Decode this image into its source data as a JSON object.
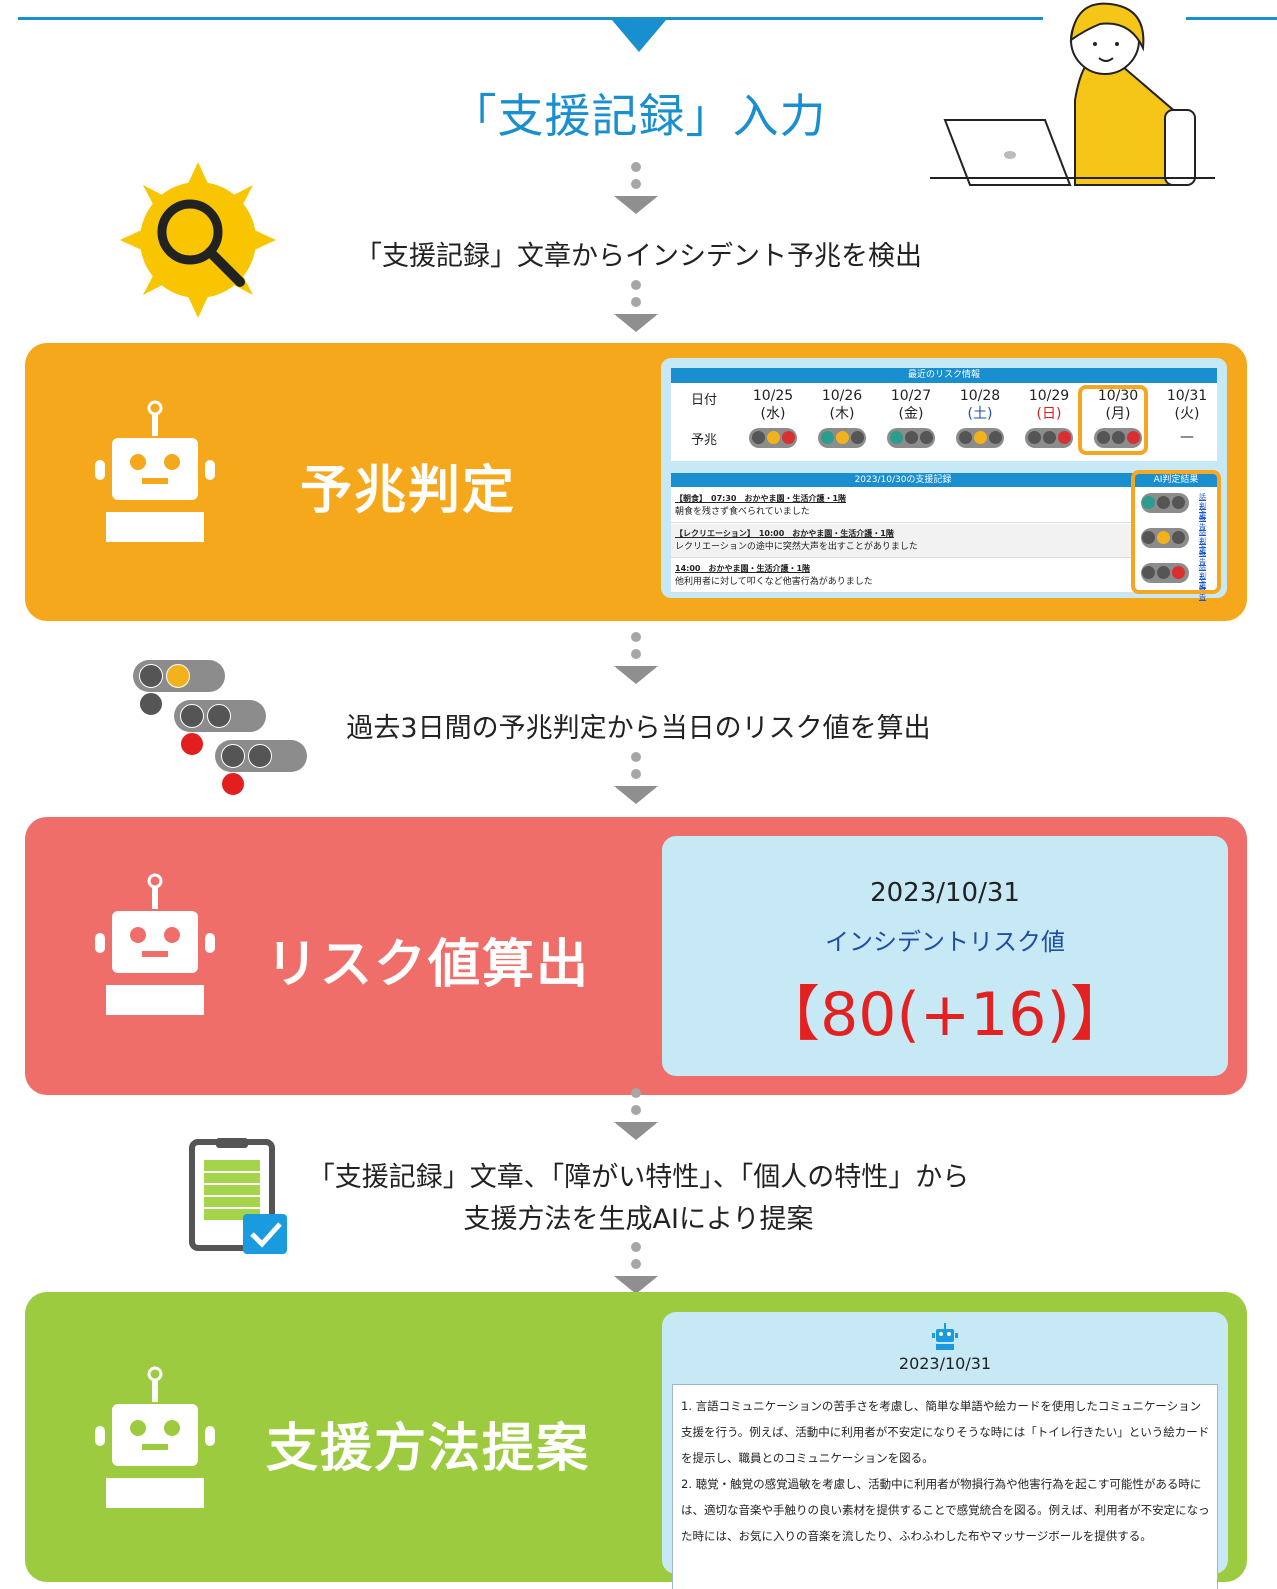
{
  "title": "「支援記録」入力",
  "steps": {
    "detect": "「支援記録」文章からインシデント予兆を検出",
    "calc": "過去3日間の予兆判定から当日のリスク値を算出",
    "propose_line1": "「支援記録」文章、「障がい特性」、「個人の特性」から",
    "propose_line2": "支援方法を生成AIにより提案"
  },
  "panels": {
    "judge": {
      "label": "予兆判定",
      "color": "#f5a81c"
    },
    "risk": {
      "label": "リスク値算出",
      "color": "#f06e6a"
    },
    "propose": {
      "label": "支援方法提案",
      "color": "#9ccb3f"
    }
  },
  "risk_table": {
    "title": "最近のリスク情報",
    "row_date_label": "日付",
    "row_sign_label": "予兆",
    "days": [
      {
        "date": "10/25",
        "dow": "(水)",
        "dow_color": "#222222",
        "lights": [
          "#555555",
          "#f2b21c",
          "#d83030"
        ]
      },
      {
        "date": "10/26",
        "dow": "(木)",
        "dow_color": "#222222",
        "lights": [
          "#2a9d8f",
          "#f2b21c",
          "#555555"
        ]
      },
      {
        "date": "10/27",
        "dow": "(金)",
        "dow_color": "#222222",
        "lights": [
          "#2a9d8f",
          "#555555",
          "#555555"
        ]
      },
      {
        "date": "10/28",
        "dow": "(土)",
        "dow_color": "#1f4fa5",
        "lights": [
          "#555555",
          "#f2b21c",
          "#555555"
        ]
      },
      {
        "date": "10/29",
        "dow": "(日)",
        "dow_color": "#d32020",
        "lights": [
          "#555555",
          "#555555",
          "#d83030"
        ]
      },
      {
        "date": "10/30",
        "dow": "(月)",
        "dow_color": "#222222",
        "lights": [
          "#555555",
          "#555555",
          "#d83030"
        ]
      },
      {
        "date": "10/31",
        "dow": "(火)",
        "dow_color": "#222222",
        "lights": []
      }
    ],
    "empty_mark": "—"
  },
  "records": {
    "title": "2023/10/30の支援記録",
    "ai_title": "AI判定結果",
    "rows": [
      {
        "head": "【朝食】　07:30　おかやま園・生活介護・1階",
        "body": "朝食を残さず食べられていました",
        "lights": [
          "#2a9d8f",
          "#555555",
          "#555555"
        ],
        "link1": "話判定",
        "link2": "を報告"
      },
      {
        "head": "【レクリエーション】　10:00　おかやま園・生活介護・1階",
        "body": "レクリエーションの途中に突然大声を出すことがありました",
        "lights": [
          "#555555",
          "#f2b21c",
          "#555555"
        ],
        "link1": "話判定",
        "link2": "を報告"
      },
      {
        "head": "14:00　おかやま園・生活介護・1階",
        "body": "他利用者に対して叩くなど他害行為がありました",
        "lights": [
          "#555555",
          "#555555",
          "#d83030"
        ],
        "link1": "話判定",
        "link2": "を報告"
      }
    ]
  },
  "risk_card": {
    "date": "2023/10/31",
    "label": "インシデントリスク値",
    "value": "【80(+16)】"
  },
  "proposal_card": {
    "date": "2023/10/31",
    "lines": [
      "1. 言語コミュニケーションの苦手さを考慮し、簡単な単語や絵カードを使用したコミュニケーション",
      "支援を行う。例えば、活動中に利用者が不安定になりそうな時には「トイレ行きたい」という絵カード",
      "を提示し、職員とのコミュニケーションを図る。",
      "2. 聴覚・触覚の感覚過敏を考慮し、活動中に利用者が物損行為や他害行為を起こす可能性がある時に",
      "は、適切な音楽や手触りの良い素材を提供することで感覚統合を図る。例えば、利用者が不安定になっ",
      "た時には、お気に入りの音楽を流したり、ふわふわした布やマッサージボールを提供する。"
    ]
  },
  "icons": {
    "search": "search-icon",
    "robot": "robot-icon",
    "traffic": "traffic-light-icon",
    "clipboard": "clipboard-check-icon",
    "person": "person-laptop-illustration"
  }
}
